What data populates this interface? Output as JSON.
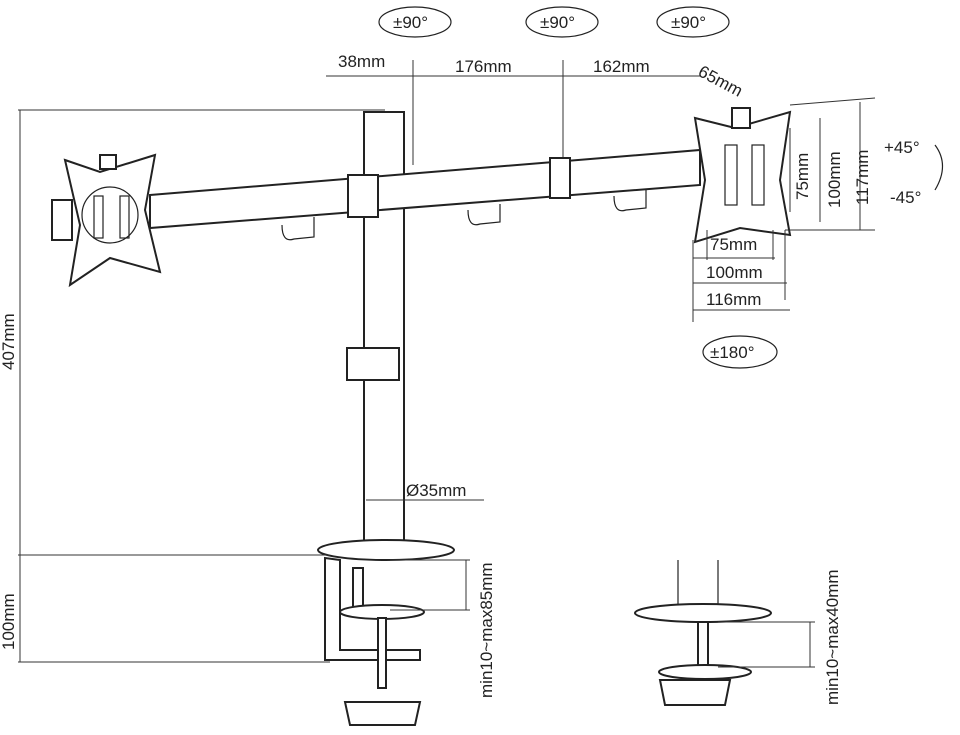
{
  "title": "Dual monitor desk mount dimensions",
  "rotation": {
    "left": "±90°",
    "middle": "±90°",
    "right": "±90°",
    "swivel": "±180°"
  },
  "tilt": {
    "up": "+45°",
    "down": "-45°"
  },
  "arm": {
    "offset": "38mm",
    "segment1": "176mm",
    "segment2": "162mm",
    "head": "65mm"
  },
  "vesa": {
    "v75": "75mm",
    "v100": "100mm",
    "v117": "117mm",
    "h75": "75mm",
    "h100": "100mm",
    "h116": "116mm"
  },
  "pole": {
    "height": "407mm",
    "diameter": "Ø35mm"
  },
  "clamp": {
    "height": "100mm",
    "range": "min10~max85mm"
  },
  "grommet": {
    "range": "min10~max40mm"
  }
}
